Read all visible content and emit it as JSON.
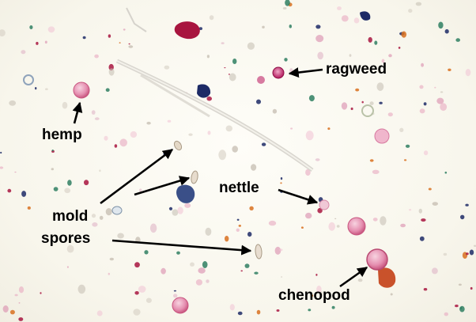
{
  "image": {
    "subject": "pollen micrograph",
    "labels": {
      "ragweed": "ragweed",
      "hemp": "hemp",
      "nettle": "nettle",
      "mold": "mold",
      "spores": "spores",
      "chenopod": "chenopod"
    },
    "colors": {
      "background": "#fbfaf3",
      "pollen_pink": "#e58fb0",
      "stain_magenta": "#b2184f",
      "stain_navy": "#1d2a66",
      "stain_green": "#1f7d5a",
      "stain_orange": "#d8701e",
      "arrow": "#000000"
    }
  }
}
